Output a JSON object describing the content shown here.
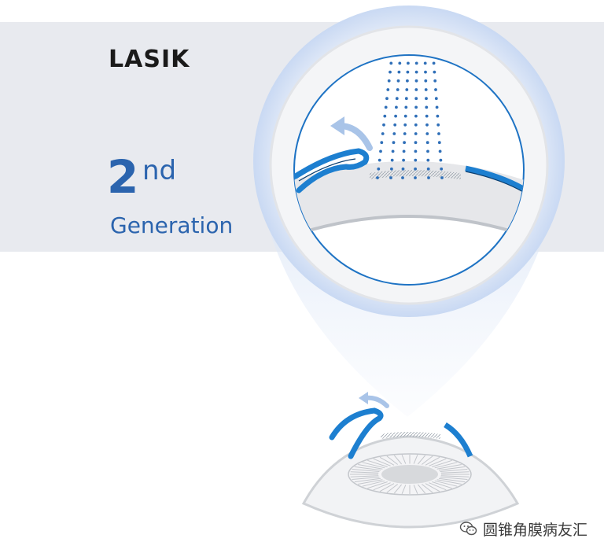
{
  "heading": "LASIK",
  "generation": {
    "number": "2",
    "ordinal": "nd",
    "word": "Generation"
  },
  "watermark": {
    "icon": "wechat-icon",
    "text": "圆锥角膜病友汇"
  },
  "colors": {
    "accent": "#2b64ae",
    "flap": "#1d7fd0",
    "band": "#e8eaef",
    "laser": "#2f6fb8"
  }
}
